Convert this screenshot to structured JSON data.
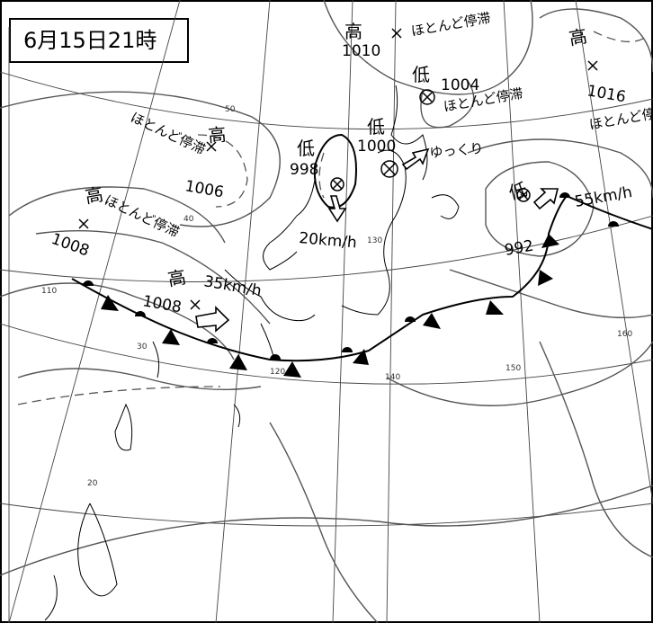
{
  "date_label": "6月15日21時",
  "systems": [
    {
      "kind": "高",
      "pressure": "1010",
      "note": "ほとんど停滞"
    },
    {
      "kind": "低",
      "pressure": "1004",
      "note": "ほとんど停滞"
    },
    {
      "kind": "高",
      "pressure": "1016",
      "note": "ほとんど停滞"
    },
    {
      "kind": "高",
      "pressure": "1006",
      "note": "ほとんど停滞"
    },
    {
      "kind": "高",
      "pressure": "1008",
      "note": "ほとんど停滞"
    },
    {
      "kind": "低",
      "pressure": "998",
      "speed": "20km/h"
    },
    {
      "kind": "低",
      "pressure": "1000",
      "speed": "ゆっくり"
    },
    {
      "kind": "低",
      "pressure": "992",
      "speed": "55km/h"
    },
    {
      "kind": "高",
      "pressure": "1008",
      "speed": "35km/h"
    }
  ],
  "grid_labels": {
    "lat": [
      "50",
      "40",
      "30",
      "20"
    ],
    "lon": [
      "110",
      "120",
      "130",
      "140",
      "150",
      "160"
    ]
  },
  "colors": {
    "background": "#ffffff",
    "ink": "#000000",
    "grid": "#444444",
    "isobar": "#555555"
  }
}
